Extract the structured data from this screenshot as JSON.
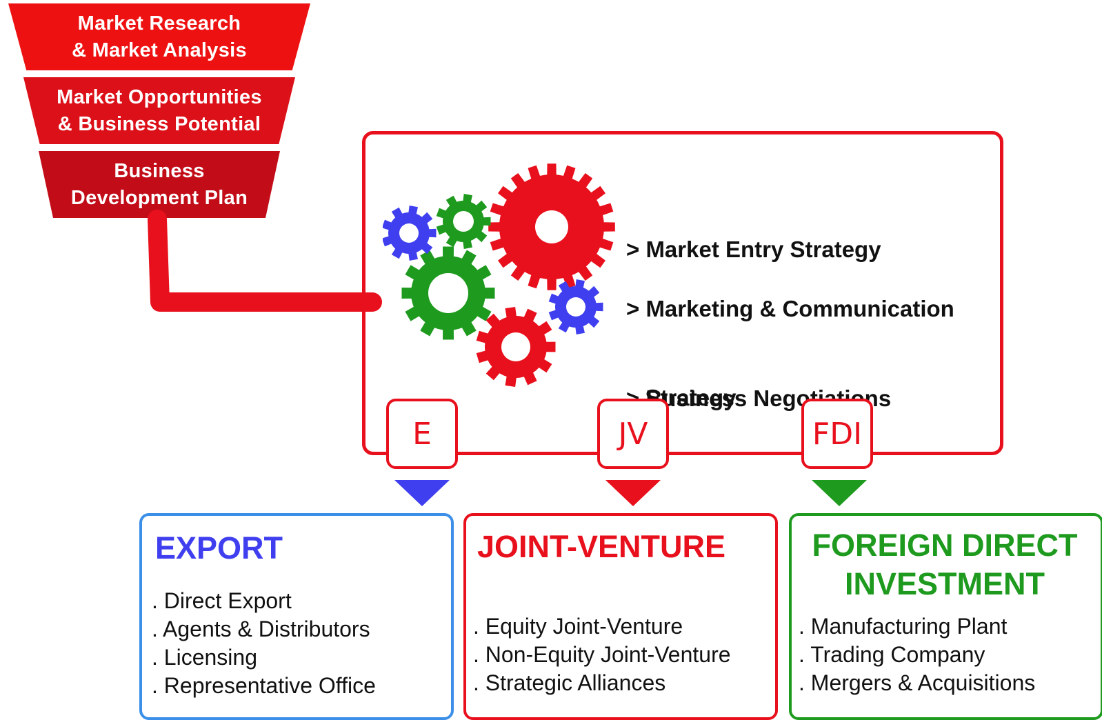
{
  "funnel": {
    "steps": [
      {
        "line1": "Market Research",
        "line2": "& Market Analysis"
      },
      {
        "line1": "Market Opportunities",
        "line2": "& Business Potential"
      },
      {
        "line1": "Business",
        "line2": "Development Plan"
      }
    ]
  },
  "strategies": [
    {
      "line1": "> Market Entry Strategy",
      "line2": ""
    },
    {
      "line1": "> Marketing & Communication",
      "line2": "   Strategy"
    },
    {
      "line1": "> Business Negotiations",
      "line2": ""
    }
  ],
  "tags": {
    "export": "E",
    "joint_venture": "JV",
    "fdi": "FDI"
  },
  "boxes": {
    "export": {
      "title": "EXPORT",
      "items": [
        ". Direct Export",
        ". Agents & Distributors",
        ". Licensing",
        ". Representative Office"
      ]
    },
    "joint_venture": {
      "title": "JOINT-VENTURE",
      "items": [
        ". Equity Joint-Venture",
        ". Non-Equity Joint-Venture",
        ". Strategic Alliances"
      ]
    },
    "fdi": {
      "title_line1": "FOREIGN DIRECT",
      "title_line2": "INVESTMENT",
      "items": [
        ". Manufacturing Plant",
        ". Trading Company",
        ". Mergers & Acquisitions"
      ]
    }
  },
  "colors": {
    "red": "#e8101c",
    "blue": "#3f3ff0",
    "green": "#1e9a1e",
    "light_blue_border": "#3b8fe8"
  },
  "icons": [
    "gears-icon"
  ]
}
